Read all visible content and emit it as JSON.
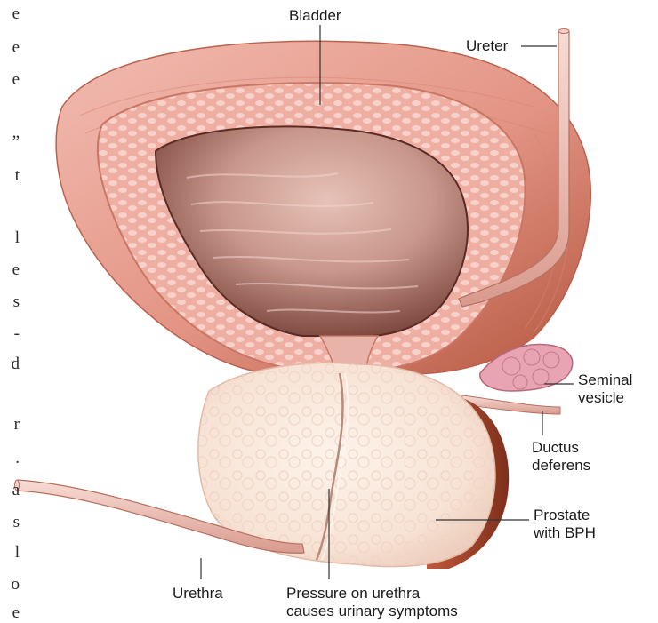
{
  "labels": {
    "bladder": "Bladder",
    "ureter": "Ureter",
    "seminal_vesicle": [
      "Seminal",
      "vesicle"
    ],
    "ductus_deferens": [
      "Ductus",
      "deferens"
    ],
    "prostate": [
      "Prostate",
      "with BPH"
    ],
    "urethra": "Urethra",
    "pressure": [
      "Pressure on urethra",
      "causes urinary symptoms"
    ]
  },
  "cropped_text_edge": [
    "e",
    "e",
    "e",
    "”",
    "t",
    "l",
    "e",
    "s",
    "-",
    "d",
    "r",
    ".",
    "a",
    "s",
    "l",
    "o",
    "e"
  ],
  "colors": {
    "bladder_outer": "#e7a196",
    "bladder_wall": "#f0b6ac",
    "bladder_cells": "#f6cfc6",
    "lumen_dark": "#6f3d35",
    "lumen_light": "#d7aba1",
    "prostate_surface": "#f8e6da",
    "prostate_dark": "#a3462a",
    "tube": "#f0c8c0",
    "leader_line": "#333333"
  }
}
